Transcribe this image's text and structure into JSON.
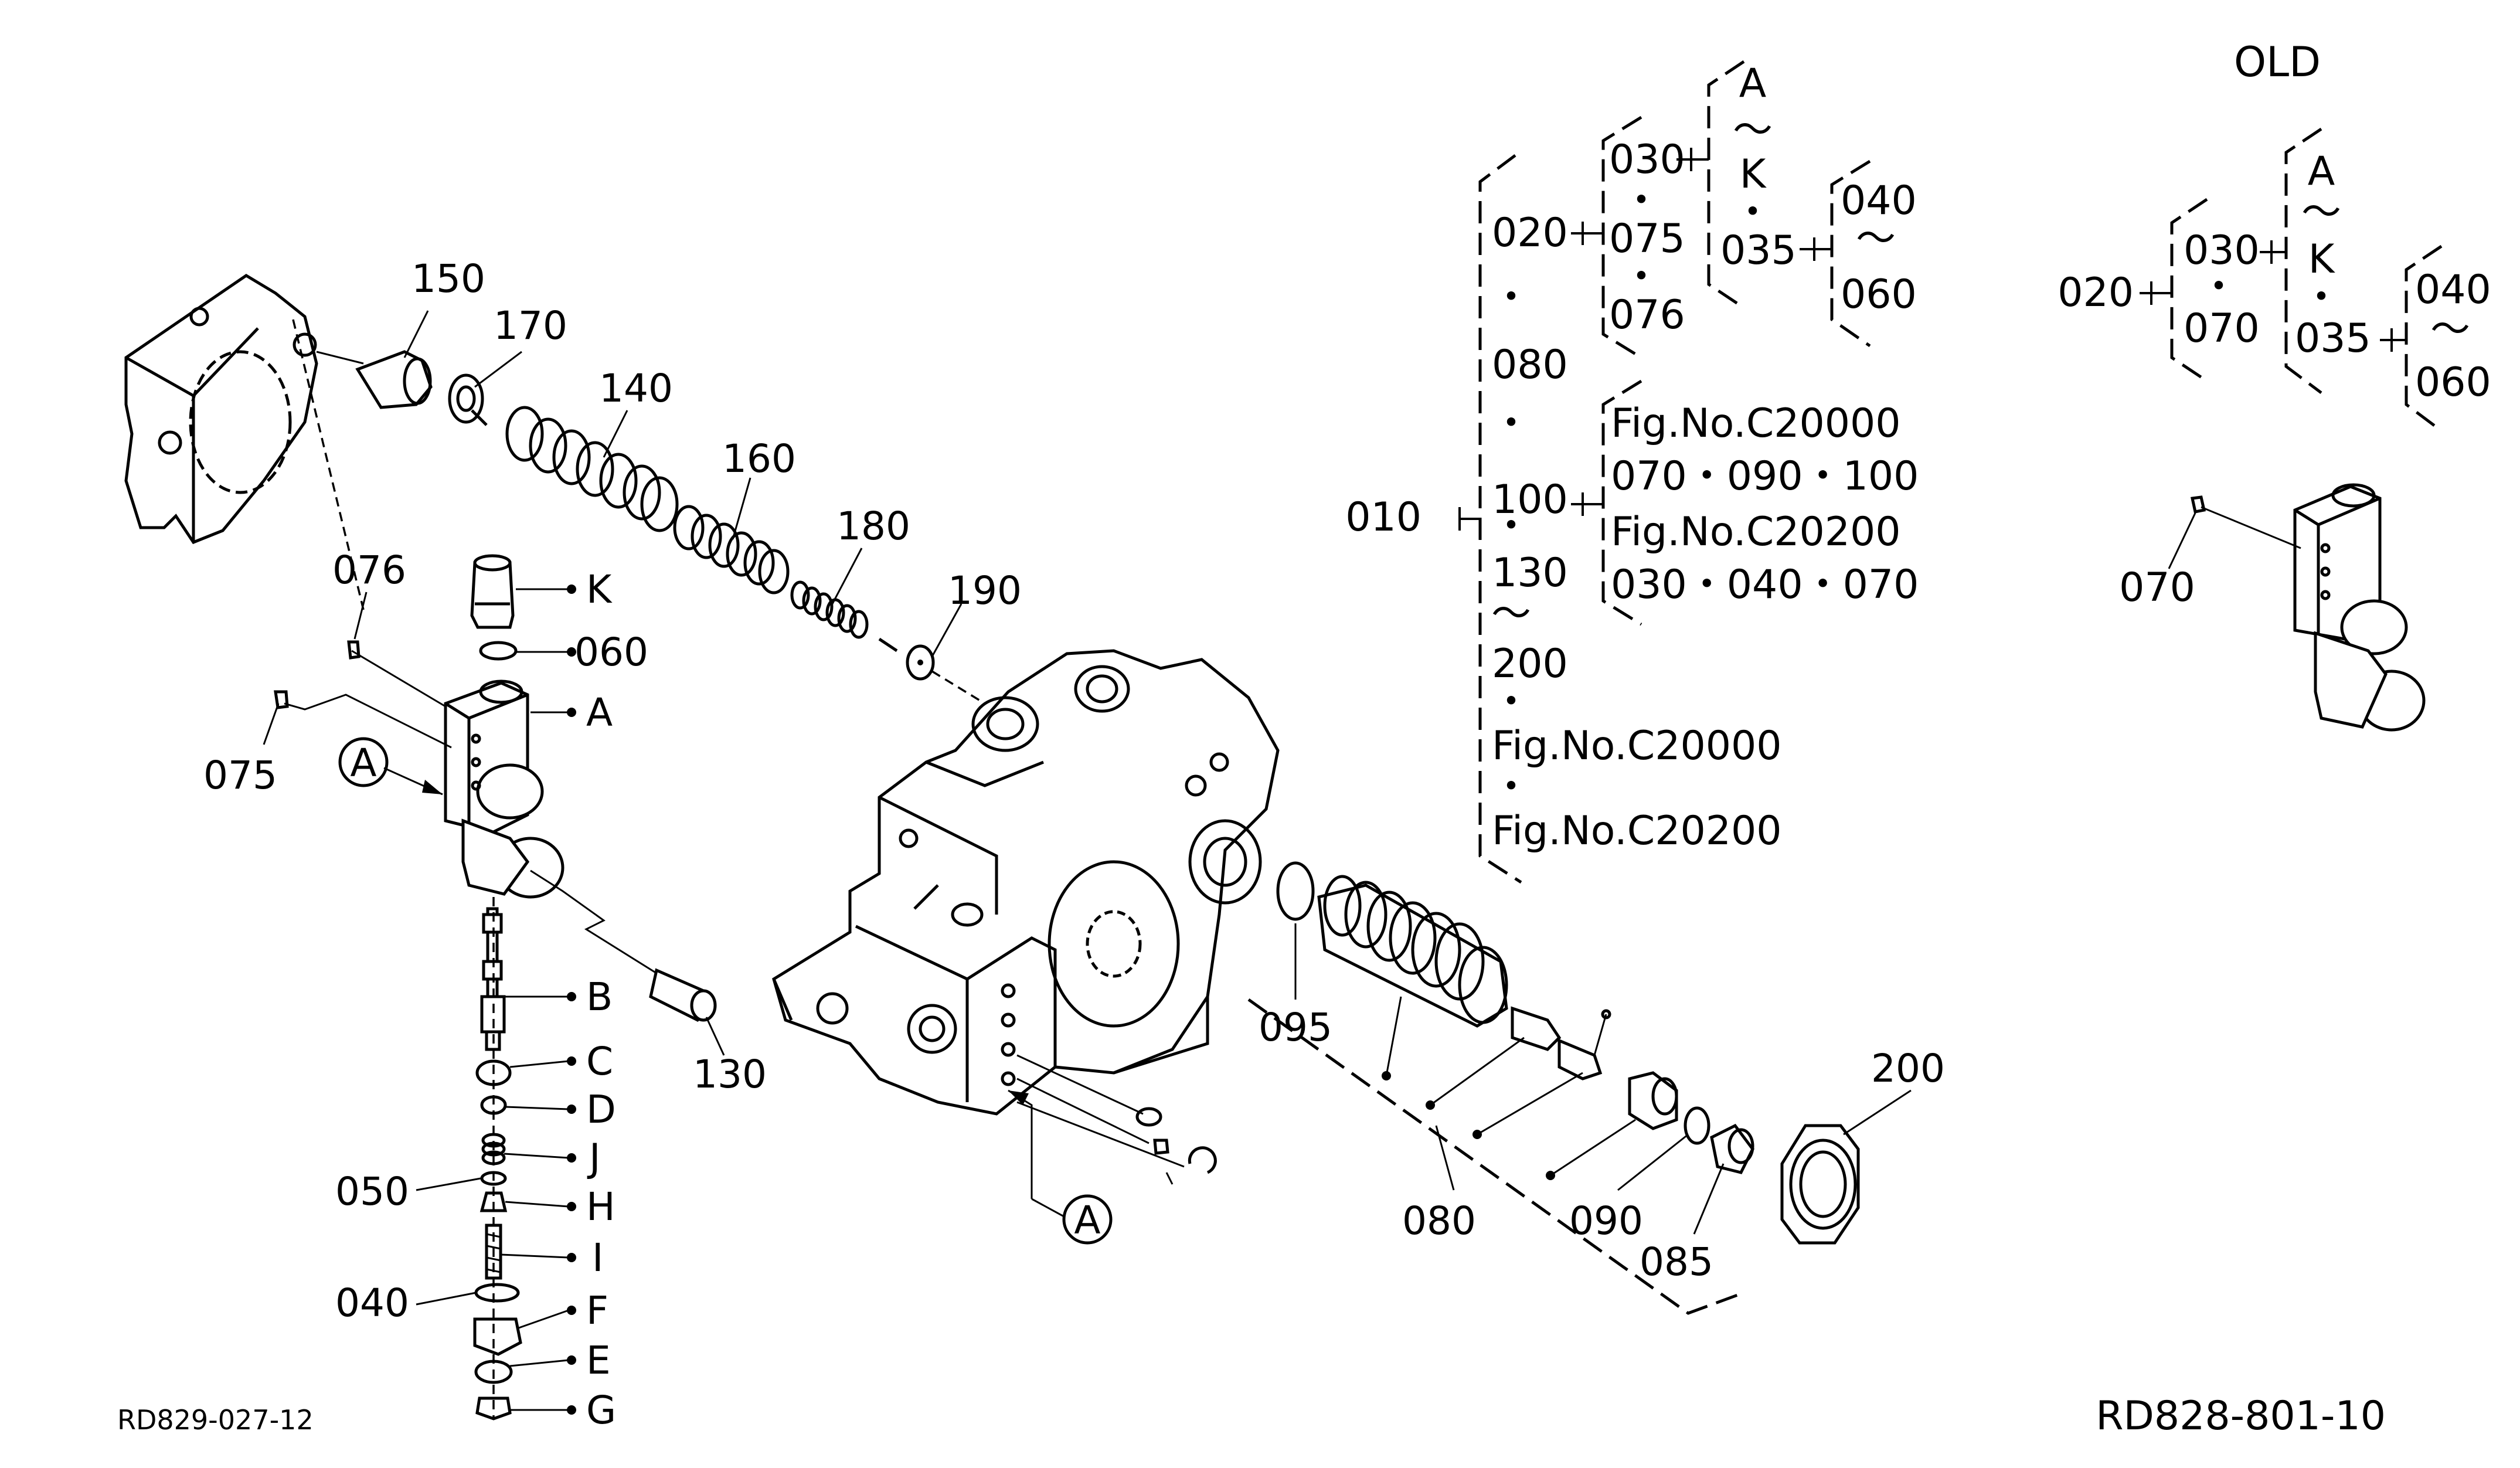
{
  "title": "OLD",
  "drawing_ref_left": "RD829-027-12",
  "drawing_ref_right": "RD828-801-10",
  "callouts": {
    "p150": "150",
    "p170": "170",
    "p140": "140",
    "p160": "160",
    "p180": "180",
    "p190": "190",
    "p076": "076",
    "p075": "075",
    "p130": "130",
    "p050": "050",
    "p040": "040",
    "p095": "095",
    "p080": "080",
    "p090": "090",
    "p085": "085",
    "p200": "200",
    "K": "K",
    "p060": "060",
    "A": "A",
    "B": "B",
    "C": "C",
    "D": "D",
    "J": "J",
    "H": "H",
    "I": "I",
    "F": "F",
    "E": "E",
    "G": "G",
    "circleA1": "A",
    "circleA2": "A"
  },
  "tree": {
    "n010": "010",
    "n020": "020",
    "dot1": "・",
    "n080": "080",
    "dot2": "・",
    "n100": "100",
    "dot3": "・",
    "n130": "130",
    "tilde1": "～",
    "n200": "200",
    "dot4": "・",
    "fig1": "Fig.No.C20000",
    "dot5": "・",
    "fig2": "Fig.No.C20200",
    "n030": "030",
    "dot6": "・",
    "n075": "075",
    "dot7": "・",
    "n076": "076",
    "A": "A",
    "tilde2": "～",
    "K": "K",
    "dot8": "・",
    "n035": "035",
    "n040": "040",
    "tilde3": "～",
    "n060": "060",
    "sub1": "Fig.No.C20000",
    "sub2": "070・090・100",
    "sub3": "Fig.No.C20200",
    "sub4": "030・040・070"
  },
  "old_tree": {
    "n020": "020",
    "n030": "030",
    "dot1": "・",
    "n070": "070",
    "A": "A",
    "tilde1": "～",
    "K": "K",
    "dot2": "・",
    "n035": "035",
    "n040": "040",
    "tilde2": "～",
    "n060": "060",
    "n070b": "070"
  }
}
